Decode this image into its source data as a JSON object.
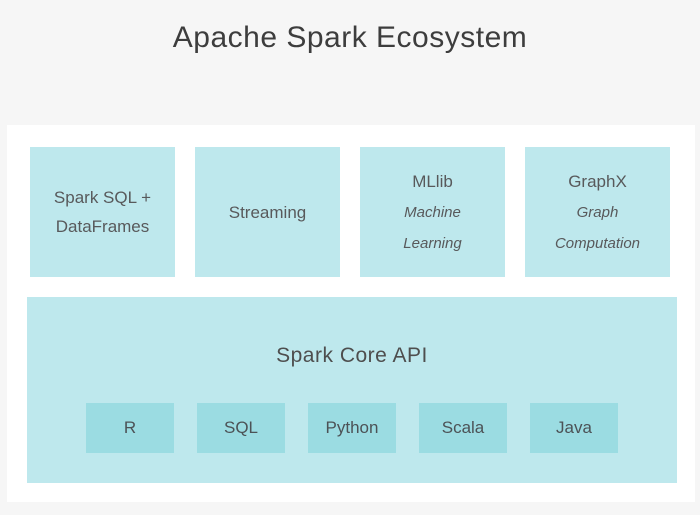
{
  "title": "Apache Spark Ecosystem",
  "ecosystem_boxes": [
    {
      "title_lines": [
        "Spark SQL +",
        "DataFrames"
      ],
      "subtitle_lines": []
    },
    {
      "title_lines": [
        "Streaming"
      ],
      "subtitle_lines": []
    },
    {
      "title_lines": [
        "MLlib"
      ],
      "subtitle_lines": [
        "Machine",
        "Learning"
      ]
    },
    {
      "title_lines": [
        "GraphX"
      ],
      "subtitle_lines": [
        "Graph",
        "Computation"
      ]
    }
  ],
  "core": {
    "label": "Spark Core API",
    "languages": [
      "R",
      "SQL",
      "Python",
      "Scala",
      "Java"
    ]
  },
  "colors": {
    "background": "#f6f6f6",
    "panel": "#ffffff",
    "component_box": "#bee8ed",
    "language_box": "#9bdce2",
    "title_text": "#3d3d3d",
    "box_text": "#58595b"
  }
}
